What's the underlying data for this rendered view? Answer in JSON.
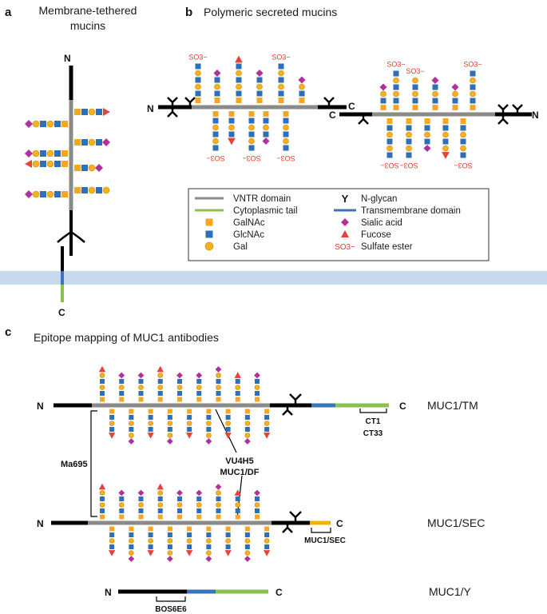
{
  "panels": {
    "a": {
      "letter": "a",
      "title_line1": "Membrane-tethered",
      "title_line2": "mucins"
    },
    "b": {
      "letter": "b",
      "title": "Polymeric secreted mucins"
    },
    "c": {
      "letter": "c",
      "title": "Epitope mapping of MUC1 antibodies"
    }
  },
  "termini": {
    "n": "N",
    "c": "C"
  },
  "legend": [
    {
      "label": "VNTR domain",
      "symbol": "gray-line"
    },
    {
      "label": "Cytoplasmic tail",
      "symbol": "green-line"
    },
    {
      "label": "GalNAc",
      "symbol": "orange-square"
    },
    {
      "label": "GlcNAc",
      "symbol": "blue-square"
    },
    {
      "label": "Gal",
      "symbol": "orange-circle"
    },
    {
      "label": "N-glycan",
      "symbol": "y-mark"
    },
    {
      "label": "Transmembrane domain",
      "symbol": "blue-line"
    },
    {
      "label": "Sialic acid",
      "symbol": "purple-diamond"
    },
    {
      "label": "Fucose",
      "symbol": "red-triangle"
    },
    {
      "label": "Sulfate ester",
      "symbol": "sulfate"
    }
  ],
  "sulfate_text": "SO",
  "sulfate_sup": "3",
  "n_glycan_symbol": "Y",
  "isoforms": [
    {
      "name": "MUC1/TM"
    },
    {
      "name": "MUC1/SEC"
    },
    {
      "name": "MUC1/Y"
    }
  ],
  "antibodies": {
    "ct1": "CT1",
    "ct33": "CT33",
    "ma695": "Ma695",
    "vu4h5": "VU4H5",
    "muc1df": "MUC1/DF",
    "muc1sec": "MUC1/SEC",
    "bos6e6": "BOS6E6"
  },
  "colors": {
    "vntr": "#8a8a8a",
    "cytoplasmic": "#8cc152",
    "transmembrane": "#3a75b8",
    "galnac": "#f5a623",
    "glcnac": "#2f6fb5",
    "gal": "#f5b21e",
    "sialic": "#b0309c",
    "fucose": "#e6413a",
    "sulfate": "#e03b2b",
    "membrane": "#c6d9ee",
    "sec_tail": "#f0b400"
  }
}
